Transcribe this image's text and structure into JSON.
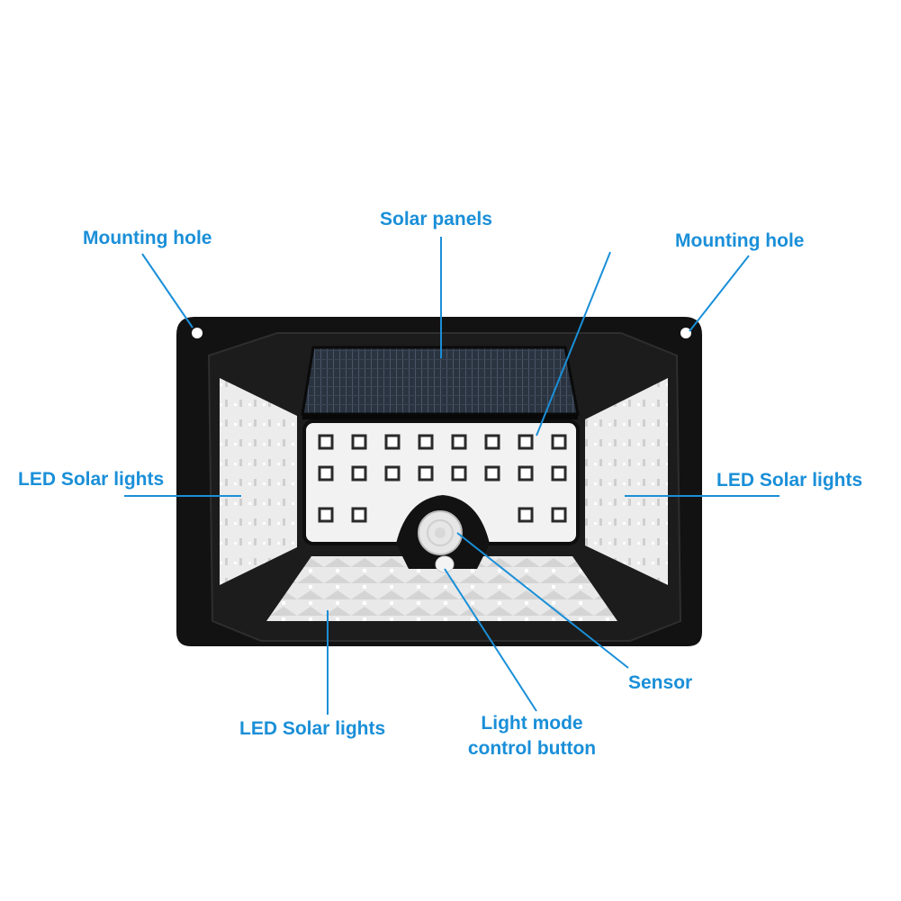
{
  "labels": {
    "mounting_hole_left": "Mounting hole",
    "solar_panels": "Solar panels",
    "mounting_hole_right": "Mounting hole",
    "led_left": "LED Solar lights",
    "led_right": "LED Solar lights",
    "led_bottom": "LED Solar lights",
    "sensor": "Sensor",
    "light_mode_line1": "Light mode",
    "light_mode_line2": "control button"
  },
  "colors": {
    "label_blue": "#1a8fd8",
    "housing_black": "#121212",
    "diffuser_white": "#ececec",
    "solar_cell": "#2a3340"
  }
}
